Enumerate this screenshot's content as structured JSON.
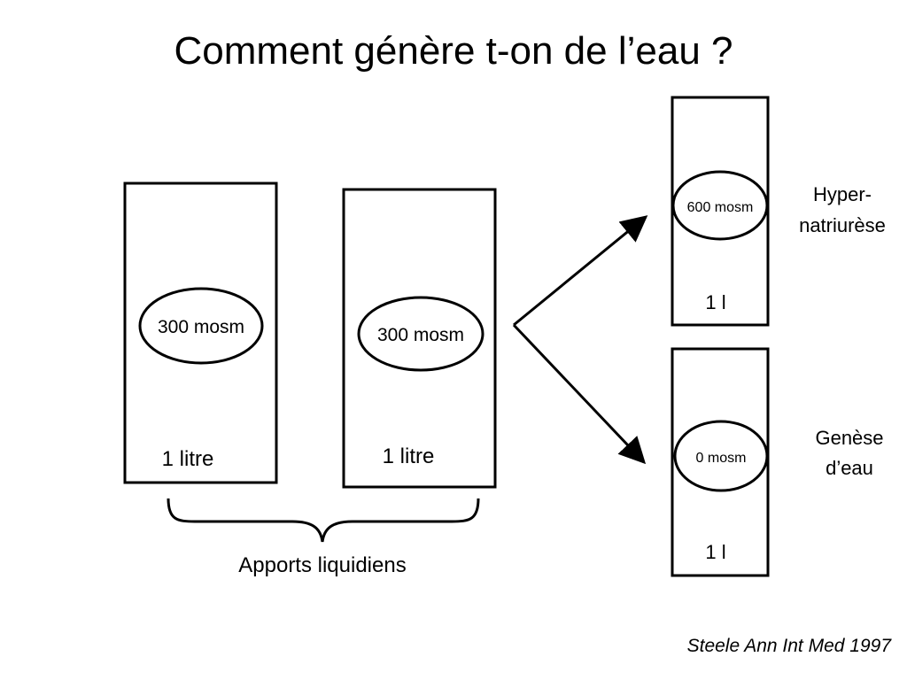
{
  "title": "Comment génère t-on de l’eau ?",
  "intake": {
    "left_container": {
      "osmolality": "300 mosm",
      "volume": "1 litre"
    },
    "right_container": {
      "osmolality": "300 mosm",
      "volume": "1 litre"
    },
    "brace_label": "Apports liquidiens"
  },
  "outcomes": {
    "top": {
      "osmolality": "600 mosm",
      "volume": "1 l",
      "label_line1": "Hyper-",
      "label_line2": "natriurèse"
    },
    "bottom": {
      "osmolality": "0 mosm",
      "volume": "1 l",
      "label_line1": "Genèse",
      "label_line2": "d’eau"
    }
  },
  "citation": "Steele Ann Int Med 1997"
}
